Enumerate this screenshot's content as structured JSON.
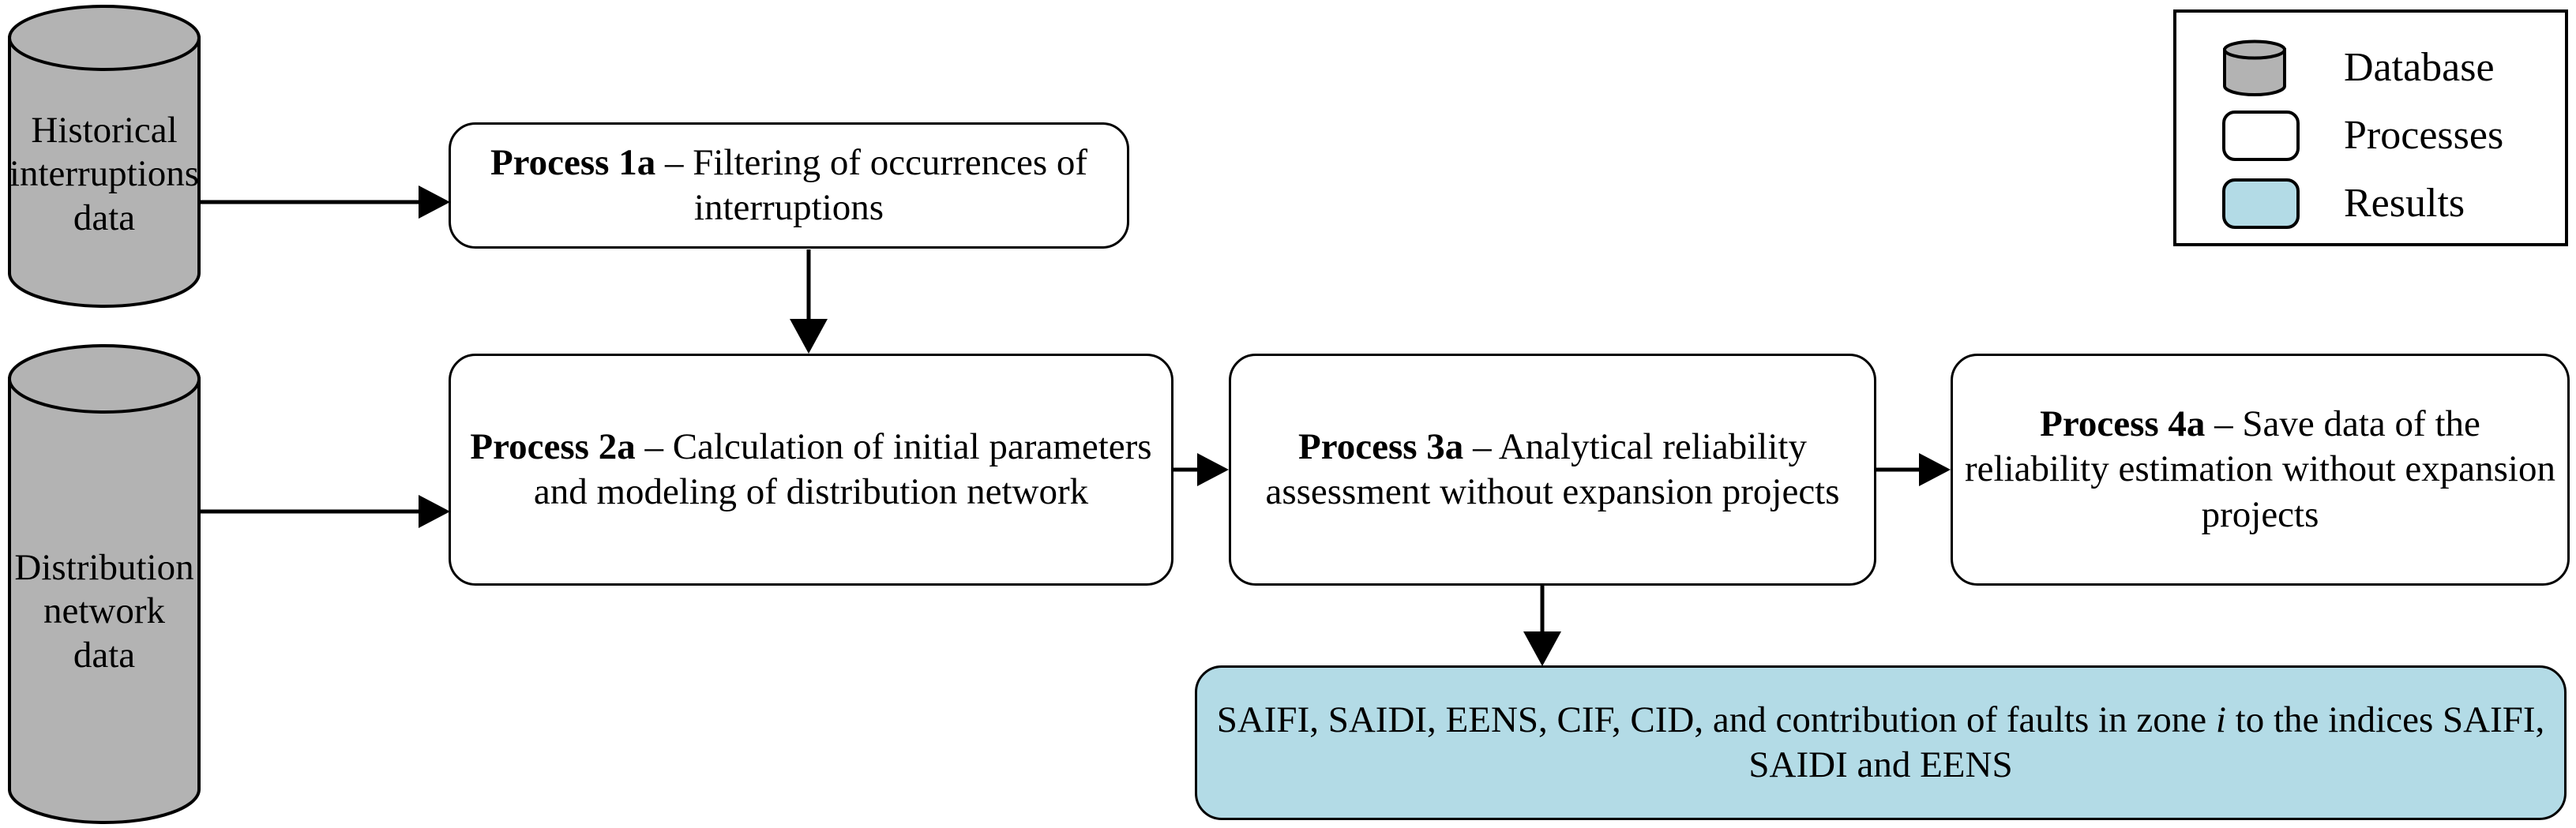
{
  "diagram": {
    "title_visible": false,
    "colors": {
      "database_fill": "#b3b3b3",
      "process_fill": "#ffffff",
      "result_fill": "#b3dbe6",
      "stroke": "#000000",
      "background": "#ffffff"
    },
    "databases": [
      {
        "id": "historical-interruptions-data",
        "lines": [
          "Historical",
          "interruptions",
          "data"
        ]
      },
      {
        "id": "distribution-network-data",
        "lines": [
          "Distribution",
          "network",
          "data"
        ]
      }
    ],
    "processes": [
      {
        "id": "process-1a",
        "bold": "Process 1a",
        "dash": " – ",
        "rest": "Filtering of occurrences of interruptions"
      },
      {
        "id": "process-2a",
        "bold": "Process 2a",
        "dash": " – ",
        "rest": "Calculation of initial parameters and modeling of distribution network"
      },
      {
        "id": "process-3a",
        "bold": "Process 3a",
        "dash": " – ",
        "rest": "Analytical reliability assessment without expansion projects"
      },
      {
        "id": "process-4a",
        "bold": "Process 4a",
        "dash": " – ",
        "rest": "Save data of the reliability estimation without expansion projects"
      }
    ],
    "results": {
      "id": "reliability-indices-results",
      "part1": "SAIFI, SAIDI, EENS, CIF, CID, and contribution of faults in zone ",
      "italic": "i",
      "part2": " to the indices SAIFI, SAIDI and EENS",
      "plain_text": "SAIFI, SAIDI, EENS, CIF, CID, and contribution of faults in zone i to the indices SAIFI, SAIDI and EENS"
    },
    "connections": [
      {
        "id": "hist-to-p1a",
        "from": "historical-interruptions-data",
        "to": "process-1a",
        "direction": "right"
      },
      {
        "id": "p1a-to-p2a",
        "from": "process-1a",
        "to": "process-2a",
        "direction": "down"
      },
      {
        "id": "dist-to-p2a",
        "from": "distribution-network-data",
        "to": "process-2a",
        "direction": "right"
      },
      {
        "id": "p2a-to-p3a",
        "from": "process-2a",
        "to": "process-3a",
        "direction": "right"
      },
      {
        "id": "p3a-to-p4a",
        "from": "process-3a",
        "to": "process-4a",
        "direction": "right"
      },
      {
        "id": "p3a-to-results",
        "from": "process-3a",
        "to": "reliability-indices-results",
        "direction": "down"
      }
    ]
  },
  "legend": {
    "items": [
      {
        "shape": "cylinder",
        "label": "Database",
        "fill": "#b3b3b3"
      },
      {
        "shape": "rounded-rect",
        "label": "Processes",
        "fill": "#ffffff"
      },
      {
        "shape": "rounded-rect",
        "label": "Results",
        "fill": "#b3dbe6"
      }
    ]
  }
}
